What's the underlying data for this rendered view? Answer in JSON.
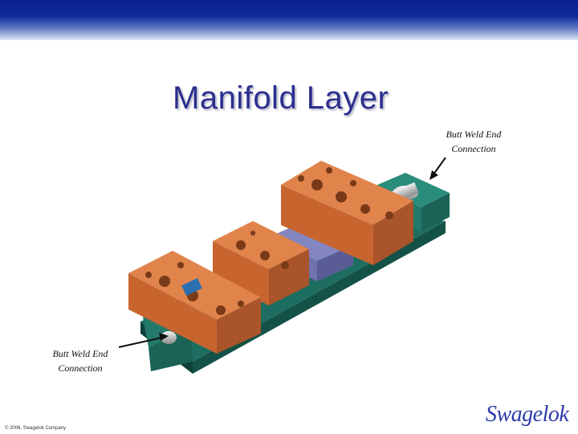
{
  "slide": {
    "title": "Manifold Layer",
    "callout_top": {
      "line1": "Butt Weld End",
      "line2": "Connection"
    },
    "callout_bottom": {
      "line1": "Butt Weld End",
      "line2": "Connection"
    },
    "copyright": "© 2006, Swagelok Company",
    "logo_text": "Swagelok"
  },
  "colors": {
    "header_blue": "#0e2a9a",
    "title_text": "#2b2f8f",
    "block_orange": "#d2703a",
    "base_teal": "#1f7a6a",
    "center_slate": "#6f72ad",
    "logo_blue": "#2a3aa8"
  }
}
